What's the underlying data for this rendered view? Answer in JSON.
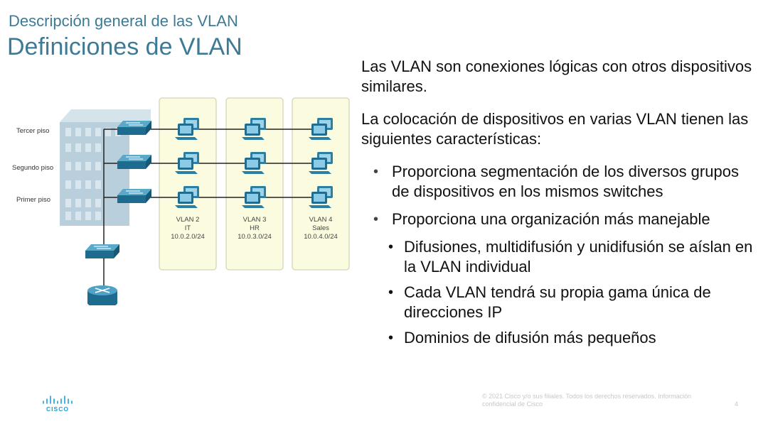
{
  "header": {
    "subtitle": "Descripción general de las VLAN",
    "title": "Definiciones de VLAN"
  },
  "diagram": {
    "floors": [
      "Tercer piso",
      "Segundo piso",
      "Primer piso"
    ],
    "vlans": [
      {
        "name": "VLAN 2",
        "dept": "IT",
        "subnet": "10.0.2.0/24"
      },
      {
        "name": "VLAN 3",
        "dept": "HR",
        "subnet": "10.0.3.0/24"
      },
      {
        "name": "VLAN 4",
        "dept": "Sales",
        "subnet": "10.0.4.0/24"
      }
    ],
    "colors": {
      "vlan_box": "#fafbdf",
      "switch": "#2b7fa3",
      "building": "#b9cfdb"
    }
  },
  "content": {
    "p1": "Las VLAN son conexiones lógicas con otros dispositivos similares.",
    "p2": "La colocación de dispositivos en varias VLAN tienen las siguientes características:",
    "bullet1": "Proporciona segmentación de los diversos grupos de dispositivos en los mismos switches",
    "bullet2": "Proporciona una organización más manejable",
    "sub1": "Difusiones, multidifusión y unidifusión se aíslan en la VLAN individual",
    "sub2": "Cada VLAN tendrá su propia gama única de direcciones IP",
    "sub3": "Dominios de difusión más pequeños"
  },
  "footer": {
    "copyright": "© 2021 Cisco y/o sus filiales. Todos los derechos reservados.   Información confidencial de Cisco",
    "page": "4",
    "logo_text": "CISCO"
  }
}
